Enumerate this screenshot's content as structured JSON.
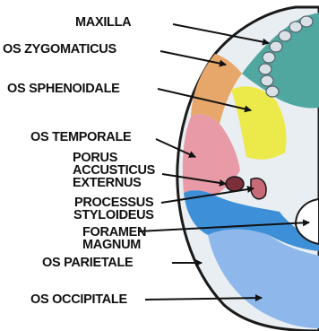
{
  "colors": {
    "maxilla": "#4fa7a0",
    "zygomatic": "#e8a76a",
    "sphenoid": "#ecea4a",
    "temporal": "#e89aa6",
    "parietal": "#3d8fd8",
    "occipital": "#8eb8ec",
    "outline": "#1a1a1a",
    "teeth": "#d9e0e6"
  },
  "labels": {
    "maxilla": "MAXILLA",
    "os_zygomaticus": "OS ZYGOMATICUS",
    "os_sphenoidale": "OS SPHENOIDALE",
    "os_temporale": "OS TEMPORALE",
    "porus_line1": "PORUS",
    "porus_line2": "ACCUSTICUS",
    "porus_line3": "EXTERNUS",
    "processus_line1": "PROCESSUS",
    "processus_line2": "STYLOIDEUS",
    "foramen_line1": "FORAMEN",
    "foramen_line2": "MAGNUM",
    "os_parietale": "OS PARIETALE",
    "os_occipitale": "OS OCCIPITALE"
  }
}
